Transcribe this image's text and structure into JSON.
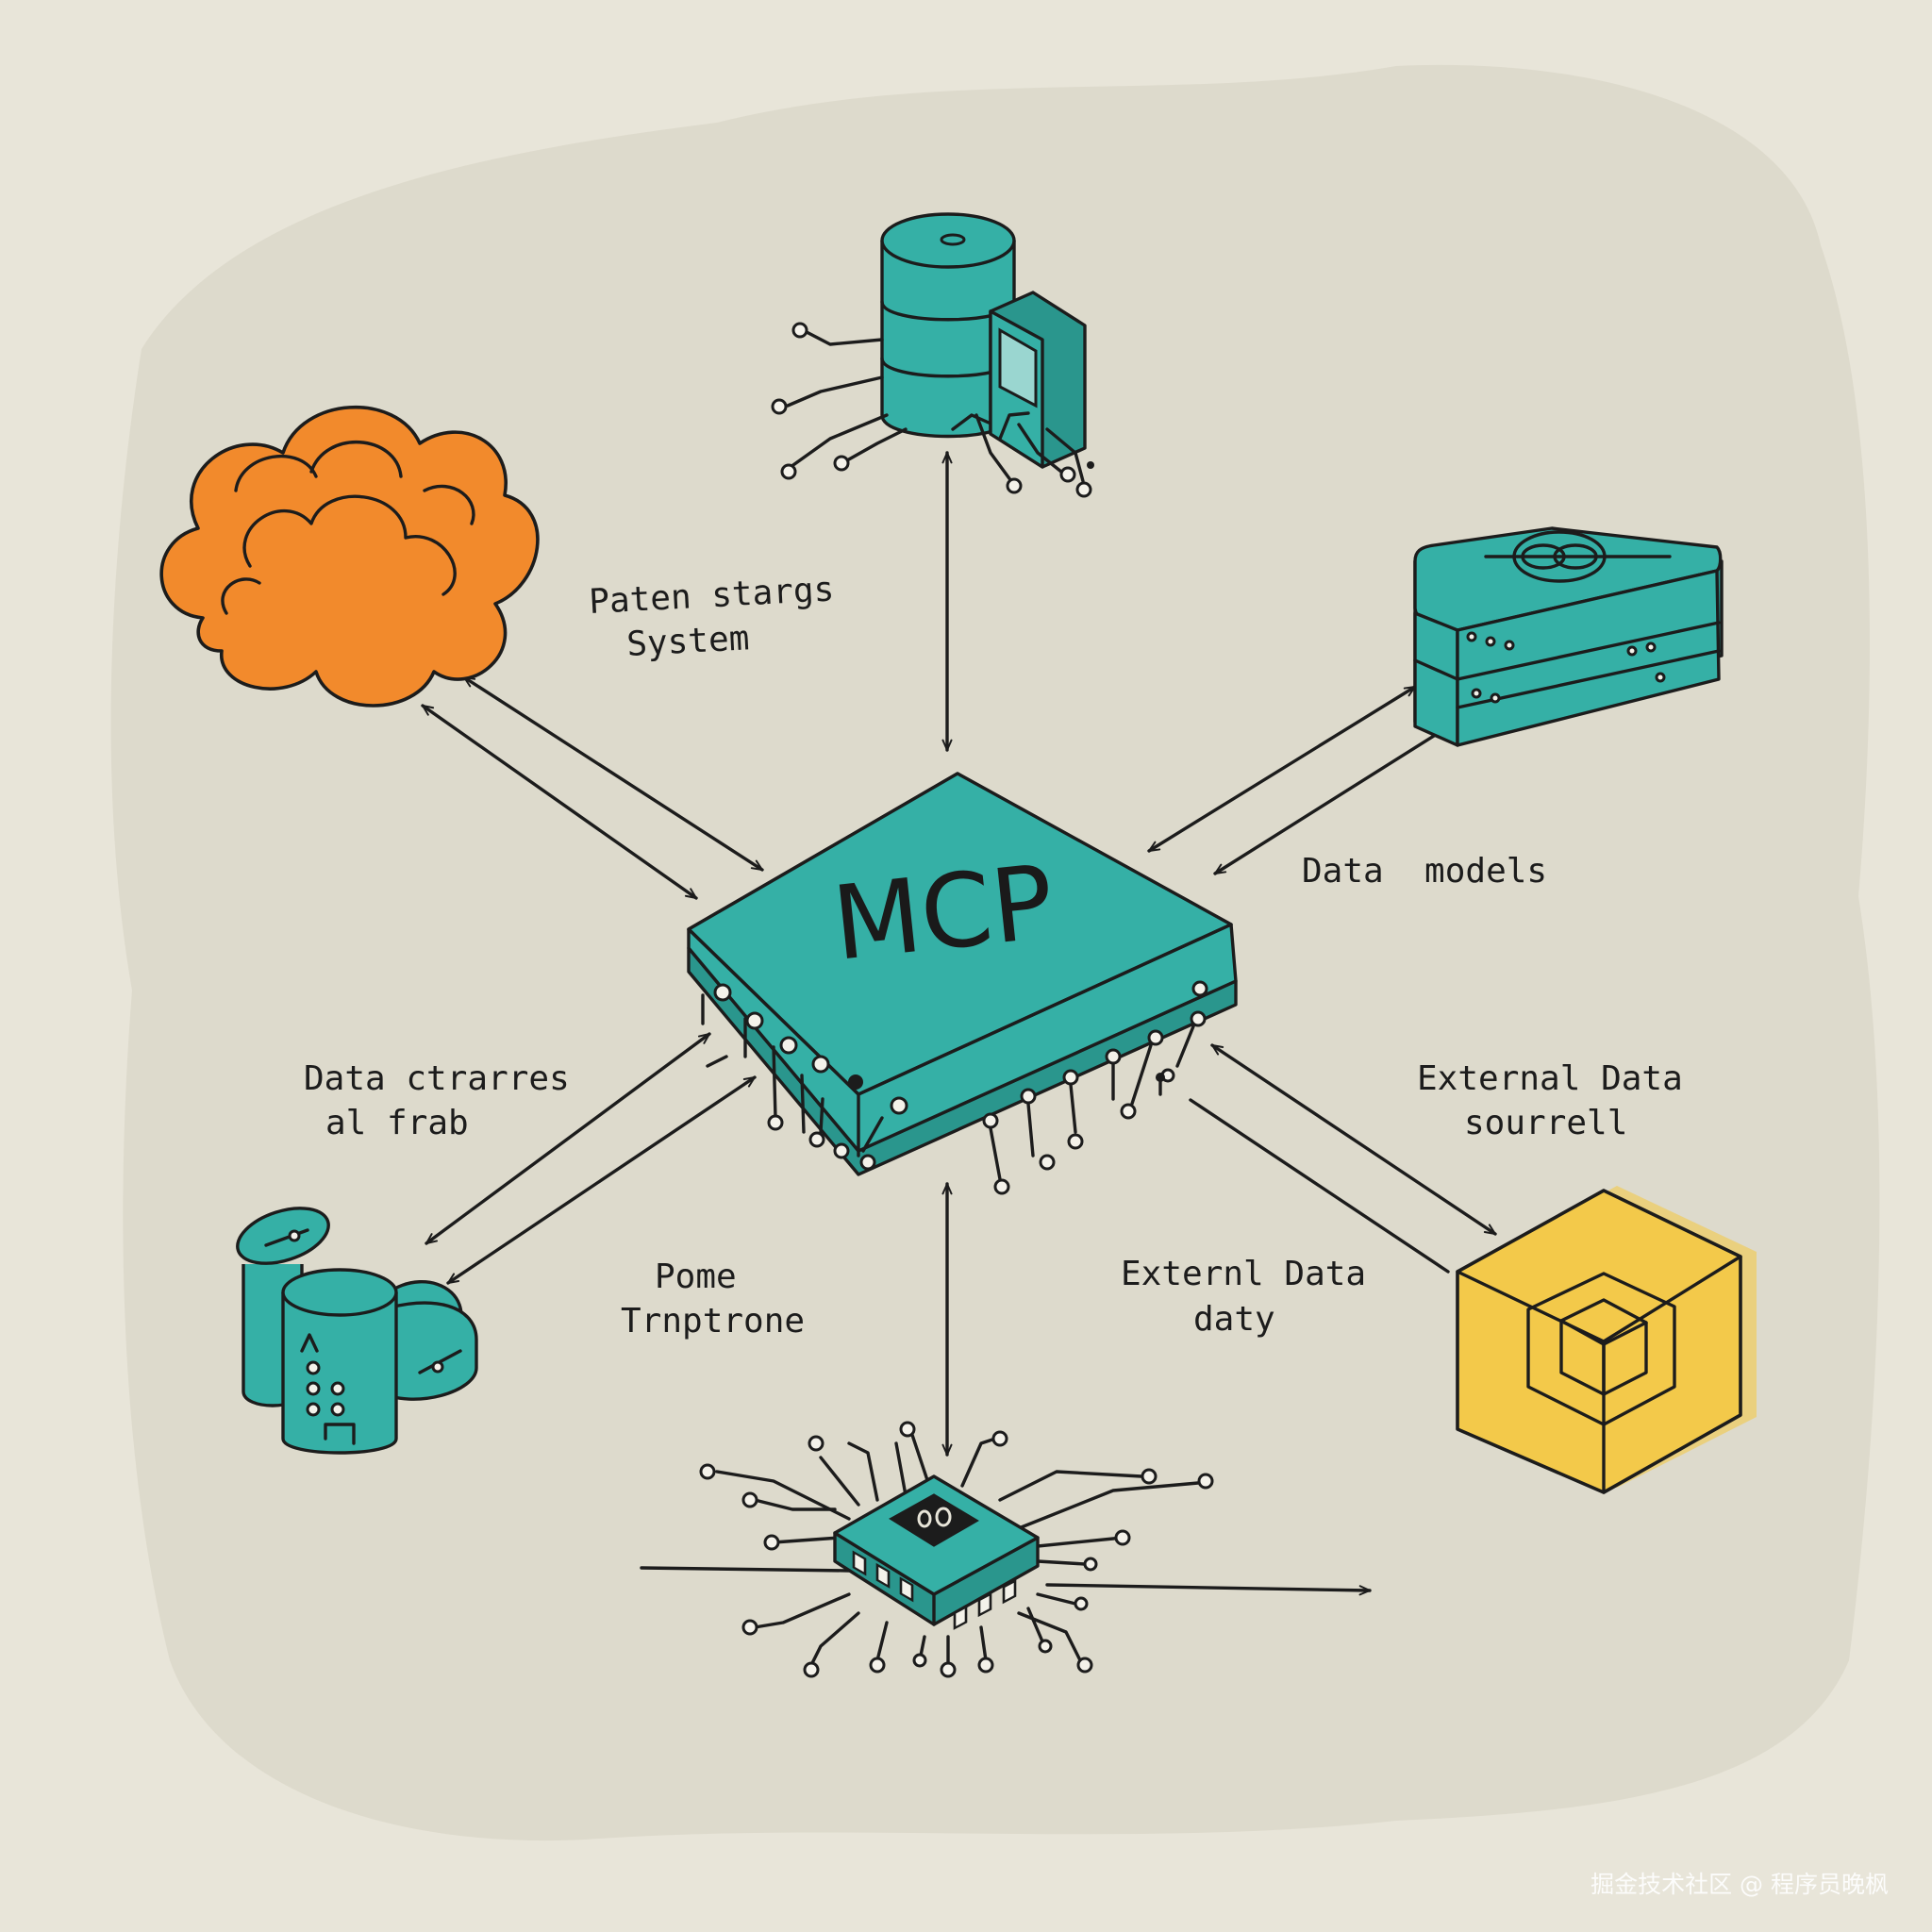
{
  "diagram": {
    "hub": {
      "label": "MCP"
    },
    "labels": {
      "top_left": [
        "Paten stargs",
        "System"
      ],
      "right_upper": [
        "Data  models"
      ],
      "left_lower": [
        "Data ctrarres",
        "al frab"
      ],
      "right_lower": [
        "External Data",
        "sourrell"
      ],
      "bottom_left": [
        "Pome",
        "Trnptrone"
      ],
      "bottom_right": [
        "Externl Data",
        "daty"
      ]
    },
    "nodes": {
      "cloud": {
        "icon": "cloud-icon",
        "color": "#f28a2c"
      },
      "database": {
        "icon": "database-server-icon",
        "color": "#35b0a6"
      },
      "server_stack": {
        "icon": "server-stack-icon",
        "color": "#35b0a6"
      },
      "cylinders": {
        "icon": "storage-cylinders-icon",
        "color": "#35b0a6"
      },
      "cube": {
        "icon": "nested-cube-icon",
        "color": "#f3c94a"
      },
      "chip": {
        "icon": "microchip-icon",
        "color": "#35b0a6"
      }
    },
    "colors": {
      "background": "#e8e5d9",
      "ink": "#1c1c1c",
      "teal": "#35b0a6",
      "orange": "#f28a2c",
      "yellow": "#f3c94a"
    }
  },
  "watermark": "掘金技术社区 @ 程序员晚枫"
}
